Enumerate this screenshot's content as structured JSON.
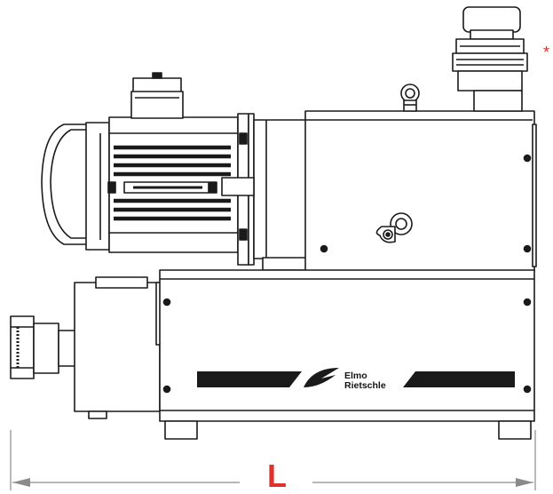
{
  "dimension": {
    "label": "L",
    "label_color": "#e0312a"
  },
  "marker": {
    "text": "*",
    "color": "#e0312a"
  },
  "brand": {
    "line1": "Elmo",
    "line2": "Rietschle"
  },
  "colors": {
    "outline": "#1a1a1a",
    "dimension_line": "#8a8a8a",
    "accent": "#e0312a"
  }
}
